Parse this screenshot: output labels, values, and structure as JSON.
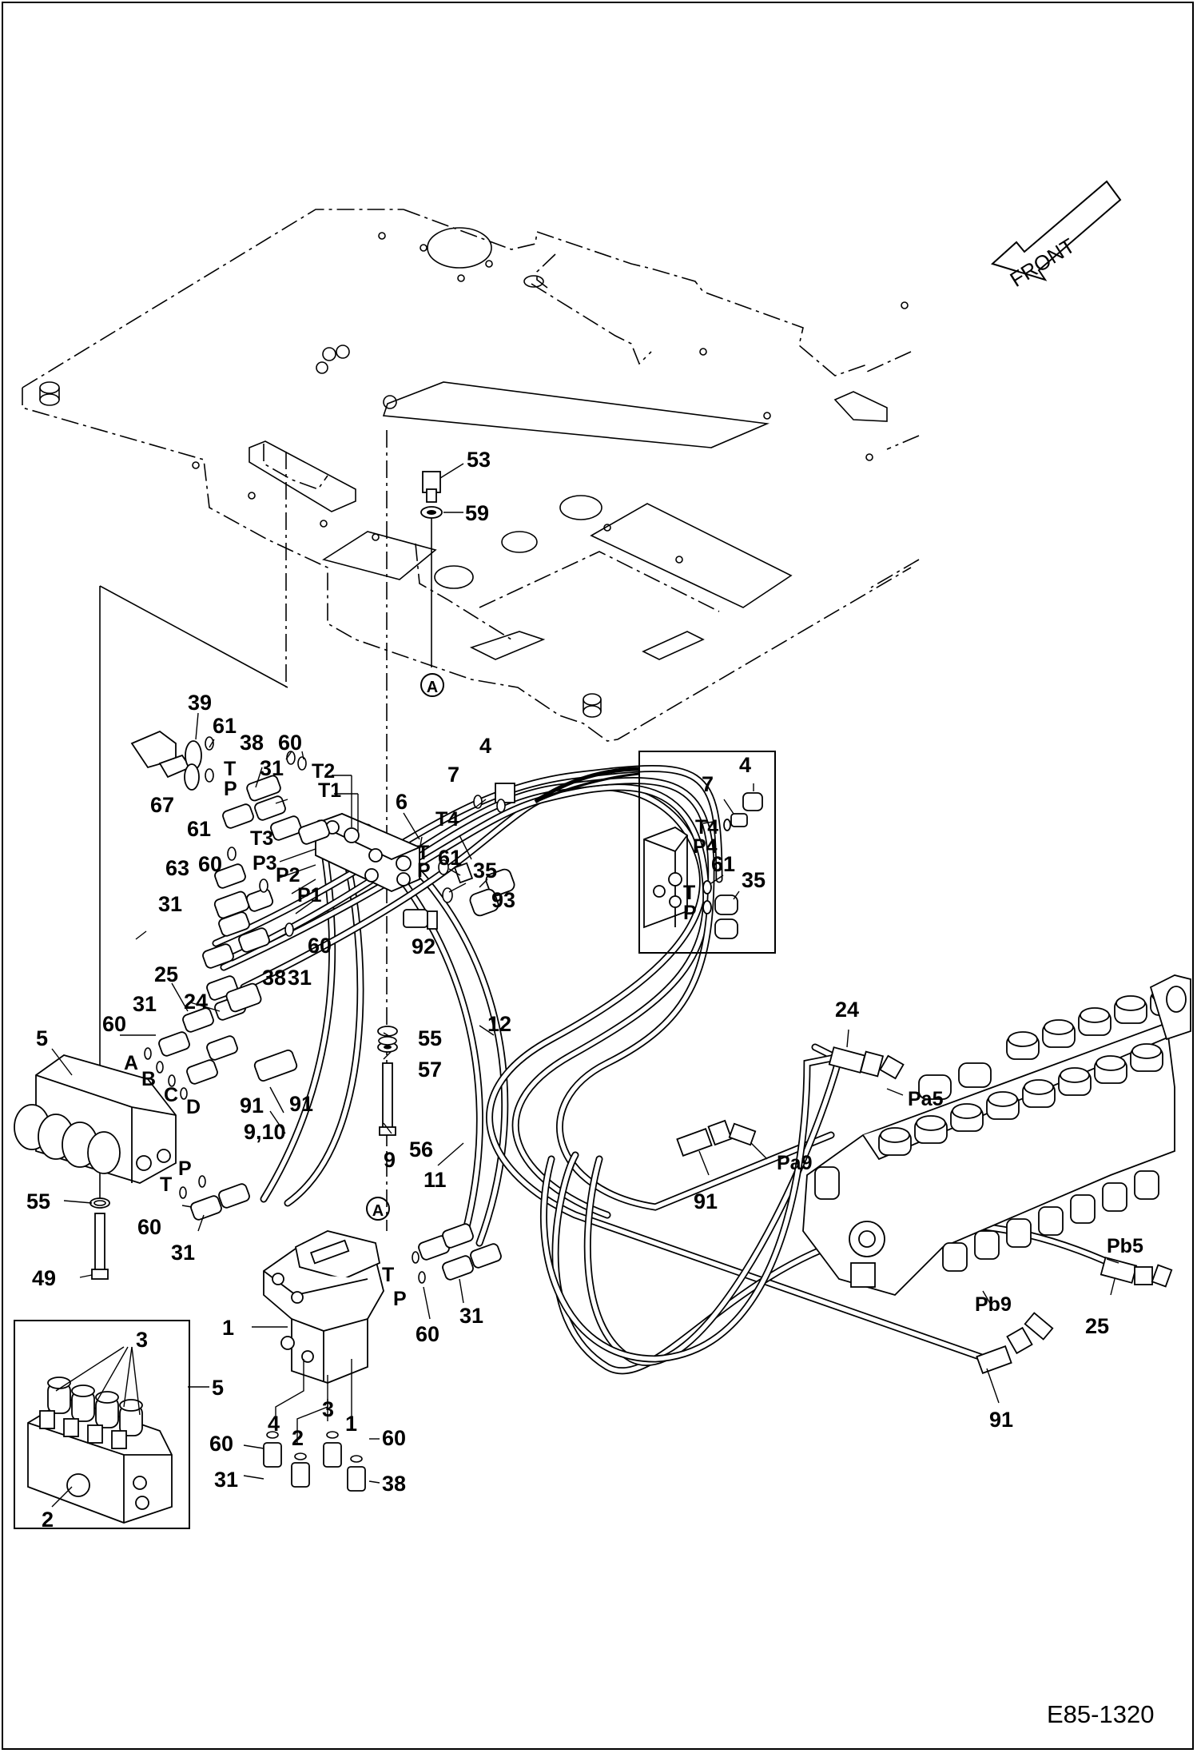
{
  "drawing_code": "E85-1320",
  "front_arrow_label": "FRONT",
  "reference_marker": "A",
  "callouts": {
    "c53": "53",
    "c59": "59",
    "c39": "39",
    "c61a": "61",
    "c38a": "38",
    "c60a": "60",
    "c31a": "31",
    "c67": "67",
    "c61b": "61",
    "c63": "63",
    "c60b": "60",
    "c31b": "31",
    "c60c": "60",
    "c31c": "31",
    "c38b": "38",
    "c4": "4",
    "c7": "7",
    "c6": "6",
    "c61c": "61",
    "c35": "35",
    "c93": "93",
    "c92": "92",
    "c4i": "4",
    "c7i": "7",
    "c61i": "61",
    "c35i": "35",
    "c25": "25",
    "c24": "24",
    "c31d": "31",
    "c60d": "60",
    "c5": "5",
    "c91a": "91",
    "c91b": "91",
    "c910": "9,10",
    "c9": "9",
    "c55a": "55",
    "c57": "57",
    "c12": "12",
    "c56": "56",
    "c11": "11",
    "c55b": "55",
    "c60e": "60",
    "c31e": "31",
    "c49": "49",
    "c1": "1",
    "c60f": "60",
    "c31f": "31",
    "c3": "3",
    "c5b": "5",
    "c2": "2",
    "c4b": "4",
    "c2b": "2",
    "c3b": "3",
    "c1b": "1",
    "c60g": "60",
    "c31g": "31",
    "c60h": "60",
    "c38c": "38",
    "c24b": "24",
    "c91c": "91",
    "c91d": "91",
    "c25b": "25"
  },
  "ports": {
    "T": "T",
    "P": "P",
    "T2": "T2",
    "T1": "T1",
    "T3": "T3",
    "P3": "P3",
    "P2": "P2",
    "P1": "P1",
    "T4": "T4",
    "P4": "P4",
    "A": "A",
    "B": "B",
    "C": "C",
    "D": "D",
    "Pa5": "Pa5",
    "Pa9": "Pa9",
    "Pb5": "Pb5",
    "Pb9": "Pb9"
  }
}
